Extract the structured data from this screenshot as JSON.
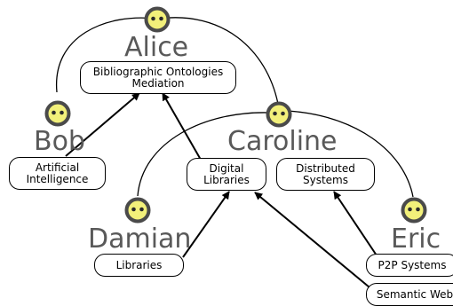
{
  "people": [
    {
      "id": "alice",
      "name": "Alice"
    },
    {
      "id": "bob",
      "name": "Bob"
    },
    {
      "id": "caroline",
      "name": "Caroline"
    },
    {
      "id": "damian",
      "name": "Damian"
    },
    {
      "id": "eric",
      "name": "Eric"
    }
  ],
  "topics": [
    {
      "id": "bibliographic-ontologies-mediation",
      "label": "Bibliographic Ontologies\nMediation"
    },
    {
      "id": "artificial-intelligence",
      "label": "Artificial\nIntelligence"
    },
    {
      "id": "digital-libraries",
      "label": "Digital\nLibraries"
    },
    {
      "id": "distributed-systems",
      "label": "Distributed\nSystems"
    },
    {
      "id": "libraries",
      "label": "Libraries"
    },
    {
      "id": "p2p-systems",
      "label": "P2P Systems"
    },
    {
      "id": "semantic-web",
      "label": "Semantic Web"
    }
  ],
  "colors": {
    "face_fill": "#f2f07a",
    "face_ring": "#4a4a4a",
    "name_text": "#595959",
    "line": "#000000"
  }
}
